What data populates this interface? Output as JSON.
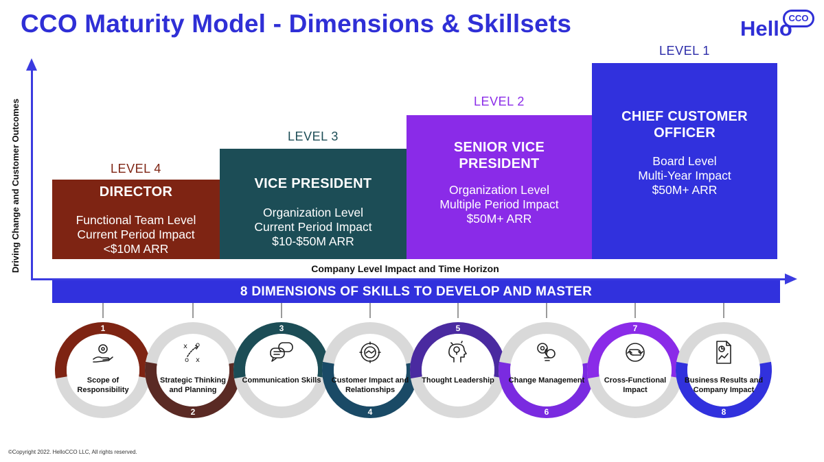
{
  "title": "CCO Maturity Model - Dimensions & Skillsets",
  "logo": {
    "text": "Hello",
    "bubble": "CCO"
  },
  "axes": {
    "y_label": "Driving Change and Customer Outcomes",
    "x_label": "Company Level Impact and Time Horizon"
  },
  "levels": [
    {
      "level": "LEVEL 4",
      "title": "DIRECTOR",
      "lines": [
        "Functional Team Level",
        "Current Period Impact",
        "<$10M ARR"
      ],
      "color": "#7e2413",
      "label_color": "#7e2413"
    },
    {
      "level": "LEVEL 3",
      "title": "VICE PRESIDENT",
      "lines": [
        "Organization Level",
        "Current Period Impact",
        "$10-$50M ARR"
      ],
      "color": "#1c4d56",
      "label_color": "#1c4d56"
    },
    {
      "level": "LEVEL 2",
      "title": "SENIOR VICE PRESIDENT",
      "lines": [
        "Organization Level",
        "Multiple Period Impact",
        "$50M+ ARR"
      ],
      "color": "#8a2be8",
      "label_color": "#8a2be8"
    },
    {
      "level": "LEVEL 1",
      "title": "CHIEF CUSTOMER OFFICER",
      "lines": [
        "Board Level",
        "Multi-Year Impact",
        "$50M+ ARR"
      ],
      "color": "#3131dd",
      "label_color": "#2a2aa8"
    }
  ],
  "banner": "8 DIMENSIONS OF SKILLS TO DEVELOP AND MASTER",
  "dimensions": [
    {
      "number": "1",
      "label": "Scope of Responsibility",
      "icon": "hand-gear-icon",
      "color": "#7e2413"
    },
    {
      "number": "2",
      "label": "Strategic Thinking and Planning",
      "icon": "strategy-play-icon",
      "color": "#5a2a24"
    },
    {
      "number": "3",
      "label": "Communication Skills",
      "icon": "speech-bubbles-icon",
      "color": "#1c4d56"
    },
    {
      "number": "4",
      "label": "Customer Impact and Relationships",
      "icon": "handshake-gear-icon",
      "color": "#1a4a66"
    },
    {
      "number": "5",
      "label": "Thought Leadership",
      "icon": "head-lightbulb-icon",
      "color": "#4a2aa0"
    },
    {
      "number": "6",
      "label": "Change Management",
      "icon": "gears-bulb-icon",
      "color": "#7a2be0"
    },
    {
      "number": "7",
      "label": "Cross-Functional Impact",
      "icon": "cross-arrows-gear-icon",
      "color": "#8a2be8"
    },
    {
      "number": "8",
      "label": "Business Results and Company Impact",
      "icon": "report-chart-icon",
      "color": "#3131dd"
    }
  ],
  "copyright": "©Copyright 2022. HelloCCO LLC, All rights reserved."
}
